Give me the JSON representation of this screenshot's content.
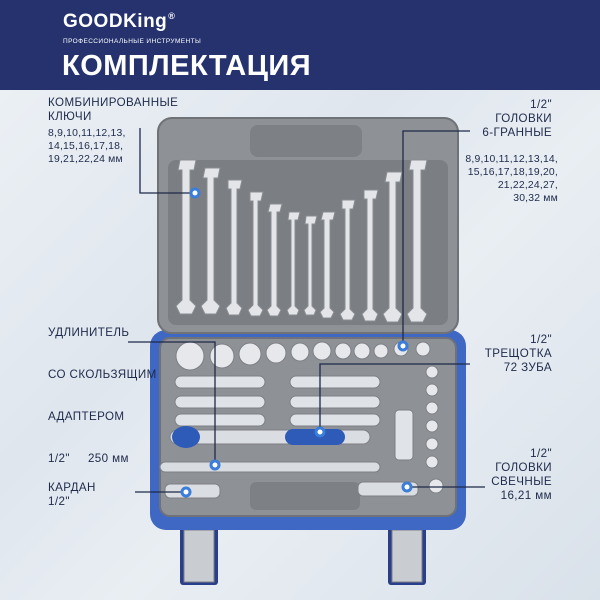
{
  "brand": {
    "name": "GOOD",
    "name2": "King",
    "reg": "®",
    "tagline": "ПРОФЕССИОНАЛЬНЫЕ ИНСТРУМЕНТЫ"
  },
  "title": "КОМПЛЕКТАЦИЯ",
  "labels": {
    "wrenches": {
      "line1": "КОМБИНИРОВАННЫЕ",
      "line2": "КЛЮЧИ",
      "sizes1": "8,9,10,11,12,13,",
      "sizes2": "14,15,16,17,18,",
      "sizes3": "19,21,22,24 мм"
    },
    "hex_sockets": {
      "line1": "1/2\"",
      "line2": "ГОЛОВКИ",
      "line3": "6-ГРАННЫЕ",
      "sizes1": "8,9,10,11,12,13,14,",
      "sizes2": "15,16,17,18,19,20,",
      "sizes3": "21,22,24,27,",
      "sizes4": "30,32 мм"
    },
    "extension": {
      "line1": "УДЛИНИТЕЛЬ",
      "line2": "СО СКОЛЬЗЯЩИМ",
      "line3": "АДАПТЕРОМ",
      "line4": "1/2\"     250 мм"
    },
    "ratchet": {
      "line1": "1/2\"",
      "line2": "ТРЕЩОТКА",
      "line3": "72 ЗУБА"
    },
    "cardan": {
      "line1": "КАРДАН",
      "line2": "1/2\""
    },
    "spark_sockets": {
      "line1": "1/2\"",
      "line2": "ГОЛОВКИ",
      "line3": "СВЕЧНЫЕ",
      "line4": "16,21 мм"
    }
  },
  "colors": {
    "header": "#25326e",
    "accent": "#3b7dd8",
    "case": "#8c8f94",
    "text": "#1e2a4a"
  }
}
